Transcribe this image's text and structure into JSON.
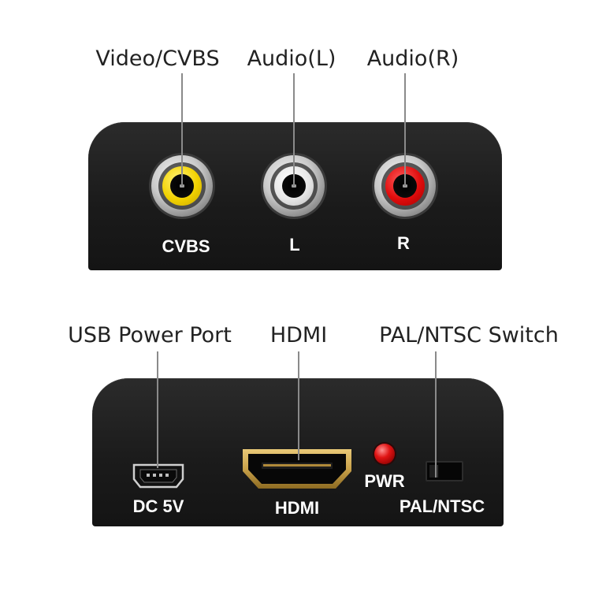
{
  "top_view": {
    "callouts": {
      "video": "Video/CVBS",
      "audio_left": "Audio(L)",
      "audio_right": "Audio(R)"
    },
    "port_labels": {
      "cvbs": "CVBS",
      "left": "L",
      "right": "R"
    },
    "connector_colors": {
      "video": "#f2d200",
      "audio_left": "#e6e6e6",
      "audio_right": "#e00c0c"
    }
  },
  "bottom_view": {
    "callouts": {
      "usb": "USB Power Port",
      "hdmi": "HDMI",
      "switch": "PAL/NTSC Switch"
    },
    "port_labels": {
      "dc": "DC 5V",
      "hdmi": "HDMI",
      "pwr": "PWR",
      "pal_ntsc": "PAL/NTSC"
    },
    "led_color": "#e01414",
    "hdmi_shell_color": "#c9a24a"
  },
  "icons": {
    "rca_jack": "rca-jack-icon",
    "usb_port": "mini-usb-port-icon",
    "hdmi_port": "hdmi-port-icon",
    "led": "power-led-icon",
    "switch": "slide-switch-icon"
  }
}
